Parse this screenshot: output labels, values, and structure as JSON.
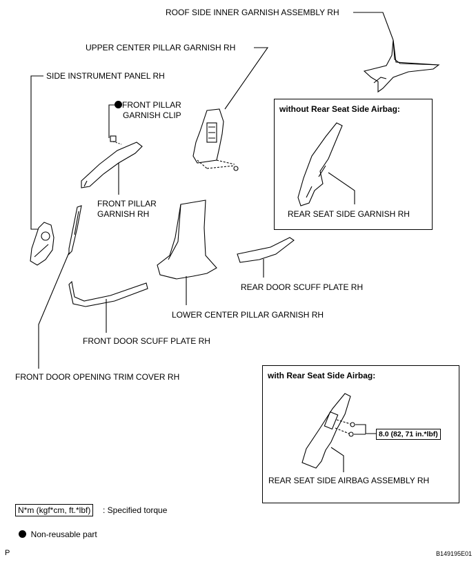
{
  "labels": {
    "roof_side": "ROOF SIDE INNER GARNISH ASSEMBLY RH",
    "upper_center_pillar": "UPPER CENTER PILLAR GARNISH RH",
    "side_instrument_panel": "SIDE INSTRUMENT PANEL RH",
    "front_pillar_clip_line1": "FRONT PILLAR",
    "front_pillar_clip_line2": "GARNISH CLIP",
    "front_pillar_garnish_line1": "FRONT PILLAR",
    "front_pillar_garnish_line2": "GARNISH RH",
    "rear_seat_side_garnish": "REAR SEAT SIDE GARNISH RH",
    "rear_door_scuff": "REAR DOOR SCUFF PLATE RH",
    "lower_center_pillar": "LOWER CENTER PILLAR GARNISH RH",
    "front_door_scuff": "FRONT DOOR SCUFF PLATE RH",
    "front_door_opening": "FRONT DOOR OPENING TRIM COVER RH",
    "rear_seat_airbag": "REAR SEAT SIDE AIRBAG ASSEMBLY RH"
  },
  "inset_without": {
    "title": "without Rear Seat Side Airbag:"
  },
  "inset_with": {
    "title": "with Rear Seat Side Airbag:",
    "torque": "8.0 (82, 71 in.*lbf)"
  },
  "legend": {
    "torque_unit": "N*m (kgf*cm, ft.*lbf)",
    "torque_desc": ": Specified torque",
    "non_reusable": "Non-reusable part"
  },
  "footer": {
    "left": "P",
    "right": "B149195E01"
  }
}
